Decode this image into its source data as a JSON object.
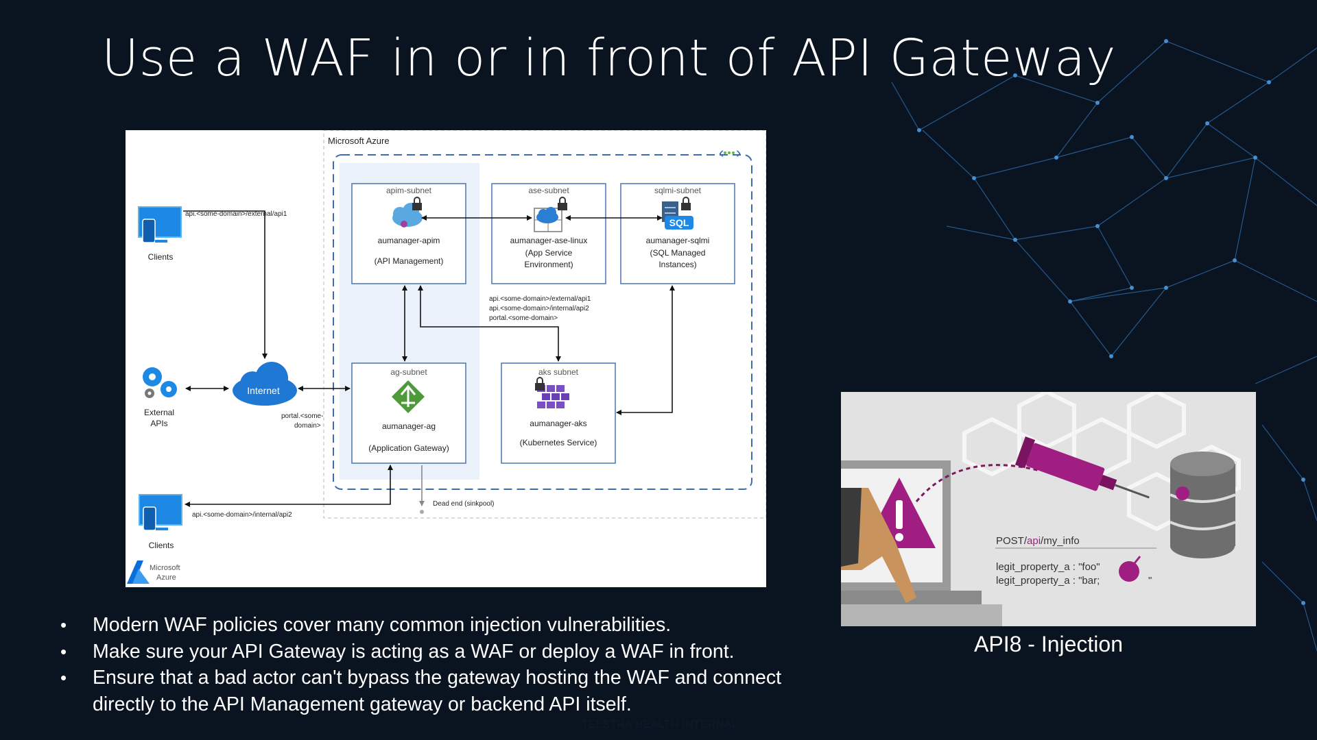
{
  "slide": {
    "title": "Use a WAF in or in front of API Gateway",
    "footer": "TELSTRA HEALTH INTERNAL"
  },
  "diagram": {
    "azure_label": "Microsoft Azure",
    "clients_top_label": "Clients",
    "clients_bottom_label": "Clients",
    "external_apis_label": [
      "External",
      "APIs"
    ],
    "internet_label": "Internet",
    "route_external": "api.<some-domain>/external/api1",
    "route_internal": "api.<some-domain>/internal/api2",
    "route_portal": [
      "portal.<some-",
      "domain>"
    ],
    "route_block": [
      "api.<some-domain>/external/api1",
      "api.<some-domain>/internal/api2",
      "portal.<some-domain>"
    ],
    "apim": {
      "subnet": "apim-subnet",
      "name": "aumanager-apim",
      "desc": "(API Management)"
    },
    "ase": {
      "subnet": "ase-subnet",
      "name": "aumanager-ase-linux",
      "desc": [
        "(App Service",
        "Environment)"
      ]
    },
    "sqlmi": {
      "subnet": "sqlmi-subnet",
      "name": "aumanager-sqlmi",
      "desc": [
        "(SQL Managed",
        "Instances)"
      ],
      "badge": "SQL"
    },
    "ag": {
      "subnet": "ag-subnet",
      "name": "aumanager-ag",
      "desc": "(Application Gateway)"
    },
    "aks": {
      "subnet": "aks subnet",
      "name": "aumanager-aks",
      "desc": "(Kubernetes Service)"
    },
    "dead_end": "Dead end (sinkpool)",
    "ms_azure_logo": [
      "Microsoft",
      "Azure"
    ]
  },
  "bullets": [
    "Modern WAF policies cover many common injection vulnerabilities.",
    "Make sure your API Gateway is acting as a WAF or deploy a WAF in front.",
    "Ensure that a bad actor can't bypass the gateway hosting the WAF and connect directly to the API Management gateway or backend API itself."
  ],
  "injection_image": {
    "post_line_prefix": "POST/",
    "post_line_api": "api",
    "post_line_suffix": "/my_info",
    "line1": "legit_property_a  :  \"foo\"",
    "line2_prefix": "legit_property_a  :  \"bar;",
    "line2_suffix": "\""
  },
  "caption": "API8 - Injection",
  "colors": {
    "background": "#0a1420",
    "azure_blue": "#1e6fc8",
    "box_border": "#4a74b0",
    "syringe": "#a01e82"
  }
}
